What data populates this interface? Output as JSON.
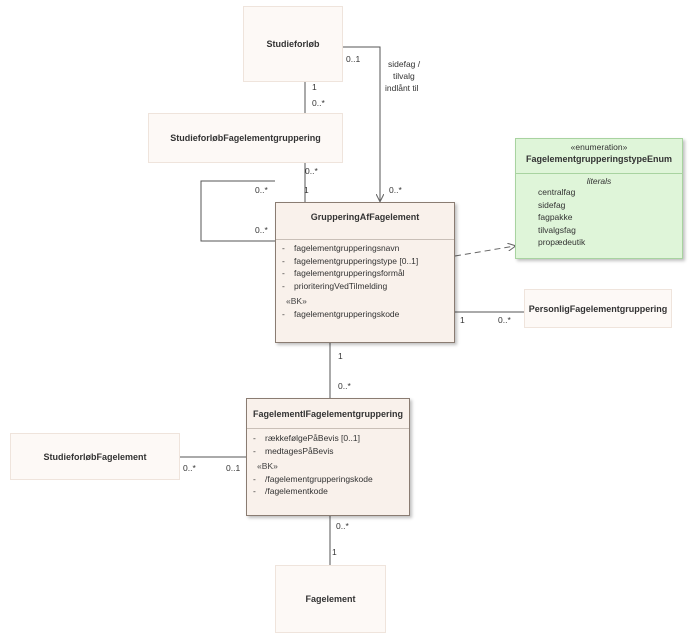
{
  "classes": {
    "studieforlob": "Studieforløb",
    "studieforlob_gruppering": "StudieforløbFagelementgruppering",
    "personlig": "PersonligFagelementgruppering",
    "studieforlob_fagelement": "StudieforløbFagelement",
    "fagelement": "Fagelement"
  },
  "gruppering": {
    "title": "GrupperingAfFagelement",
    "attributes": [
      {
        "vis": "-",
        "text": "fagelementgrupperingsnavn"
      },
      {
        "vis": "-",
        "text": "fagelementgrupperingstype [0..1]"
      },
      {
        "vis": "-",
        "text": "fagelementgrupperingsformål"
      },
      {
        "vis": "-",
        "text": "prioriteringVedTilmelding"
      }
    ],
    "stereotype": "«BK»",
    "bk_attributes": [
      {
        "vis": "-",
        "text": "fagelementgrupperingskode"
      }
    ]
  },
  "fagelement_i": {
    "title": "FagelementIFagelementgruppering",
    "attributes": [
      {
        "vis": "-",
        "text": "rækkefølgePåBevis [0..1]"
      },
      {
        "vis": "-",
        "text": "medtagesPåBevis"
      }
    ],
    "stereotype": "«BK»",
    "bk_attributes": [
      {
        "vis": "-",
        "text": "/fagelementgrupperingskode"
      },
      {
        "vis": "-",
        "text": "/fagelementkode"
      }
    ]
  },
  "enum": {
    "stereotype": "«enumeration»",
    "title": "FagelementgrupperingstypeEnum",
    "literals_label": "literals",
    "literals": [
      "centralfag",
      "sidefag",
      "fagpakke",
      "tilvalgsfag",
      "propædeutik"
    ]
  },
  "multiplicities": {
    "studieforlob_to_gruppe_top": "1",
    "studieforlob_to_gruppe_bottom": "0..*",
    "gruppe_to_gruppering_top": "0..*",
    "gruppe_to_gruppering_bottom": "1",
    "studieforlob_assoc_start": "0..1",
    "studieforlob_assoc_end": "0..*",
    "self_top": "0..*",
    "self_bottom": "0..*",
    "personlig_near": "1",
    "personlig_far": "0..*",
    "gruppering_to_fi_top": "1",
    "gruppering_to_fi_bottom": "0..*",
    "sf_to_fi_left": "0..*",
    "sf_to_fi_right": "0..1",
    "fi_to_fagelement_top": "0..*",
    "fi_to_fagelement_bottom": "1"
  },
  "assoc_label": {
    "line1": "sidefag /",
    "line2": "tilvalg",
    "line3": "indlånt til"
  }
}
